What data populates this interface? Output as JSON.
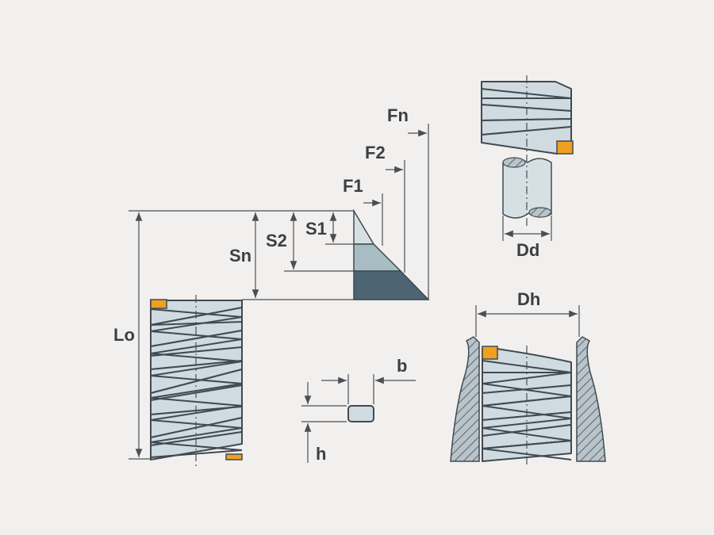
{
  "labels": {
    "Lo": "Lo",
    "Sn": "Sn",
    "S2": "S2",
    "S1": "S1",
    "F1": "F1",
    "F2": "F2",
    "Fn": "Fn",
    "b": "b",
    "h": "h",
    "Dd": "Dd",
    "Dh": "Dh"
  },
  "colors": {
    "background": "#f2f0ee",
    "coil_face": "#cfdbe0",
    "coil_edge": "#3f4a52",
    "end_tab": "#f0a020",
    "triangle_light": "#d6dfe3",
    "triangle_mid": "#a8bcc4",
    "triangle_dark": "#4d6472",
    "hatch": "#5a636a"
  }
}
